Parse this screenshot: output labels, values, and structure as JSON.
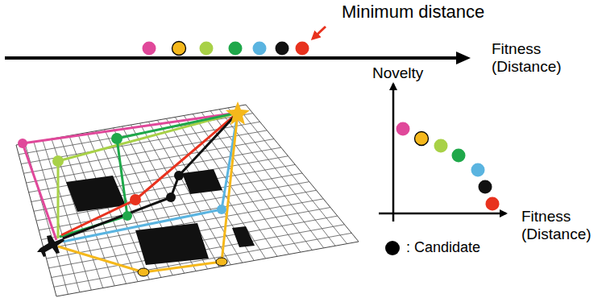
{
  "diagram": {
    "labels": [
      "Minimum distance",
      "Fitness (Distance)",
      "Novelty",
      "Fitness (Distance)"
    ],
    "legend": [
      {
        "text": ": Candidate",
        "color": "#000000"
      }
    ]
  }
}
